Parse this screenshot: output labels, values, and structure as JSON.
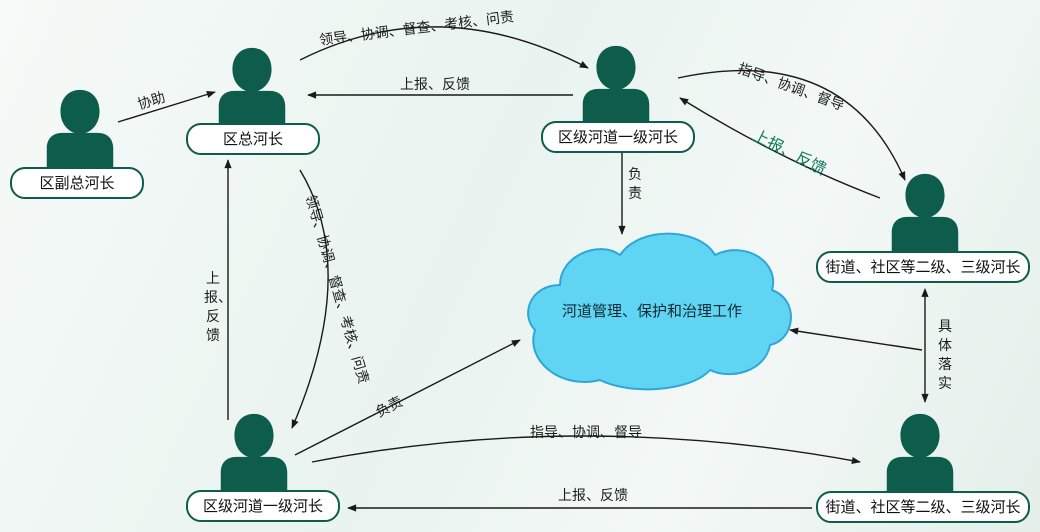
{
  "nodes": {
    "district_chief": "区总河长",
    "deputy_chief": "区副总河长",
    "river_chief_top": "区级河道一级河长",
    "river_chief_bottom": "区级河道一级河长",
    "street_chief_top": "街道、社区等二级、三级河长",
    "street_chief_bottom": "街道、社区等二级、三级河长"
  },
  "center": {
    "label": "河道管理、保护和治理工作"
  },
  "edges": {
    "assist": "协助",
    "lead_top": "领导、协调、督查、考核、问责",
    "report_top": "上报、反馈",
    "guide_right": "指导、协调、督导",
    "report_right": "上报、反馈",
    "responsible_top": "负责",
    "lead_diag": "领导、协调、督查、考核、问责",
    "report_left": "上报、反馈",
    "responsible_bottom": "负责",
    "guide_bottom": "指导、协调、督导",
    "report_bottom": "上报、反馈",
    "implement": "具体落实"
  },
  "colors": {
    "person": "#0d5c4c",
    "cloud": "#5fd4f3",
    "cloud_border": "#2fa6d6"
  }
}
